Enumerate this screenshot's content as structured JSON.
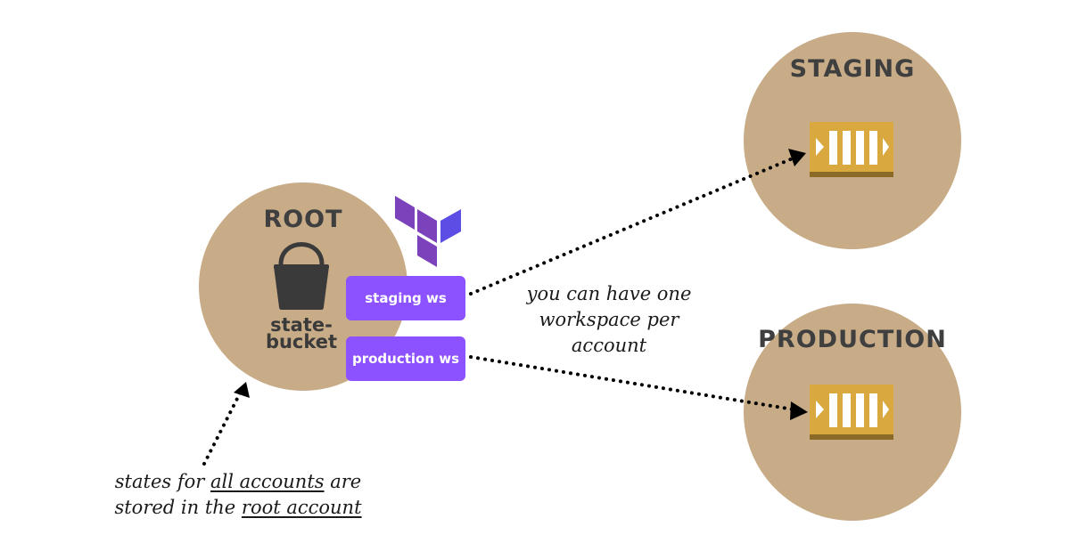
{
  "root": {
    "title": "ROOT",
    "bucket_label_line1": "state-",
    "bucket_label_line2": "bucket"
  },
  "staging": {
    "title": "STAGING"
  },
  "production": {
    "title": "PRODUCTION"
  },
  "workspaces": {
    "staging_label": "staging ws",
    "production_label": "production ws"
  },
  "notes": {
    "workspace_line1": "you can have one",
    "workspace_line2": "workspace per",
    "workspace_line3": "account",
    "states_part1": "states for ",
    "states_part2": "all accounts",
    "states_part3": " are",
    "stored_part1": "stored in the ",
    "stored_part2": "root account"
  },
  "icons": {
    "terraform": "terraform-logo-icon",
    "bucket": "bucket-icon",
    "account": "aws-account-icon"
  },
  "colors": {
    "circle": "#c8ab87",
    "workspace_button": "#8c52ff",
    "terraform": "#7b42bc",
    "account_icon": "#d9a83e",
    "title_text": "#3f3f3f"
  }
}
